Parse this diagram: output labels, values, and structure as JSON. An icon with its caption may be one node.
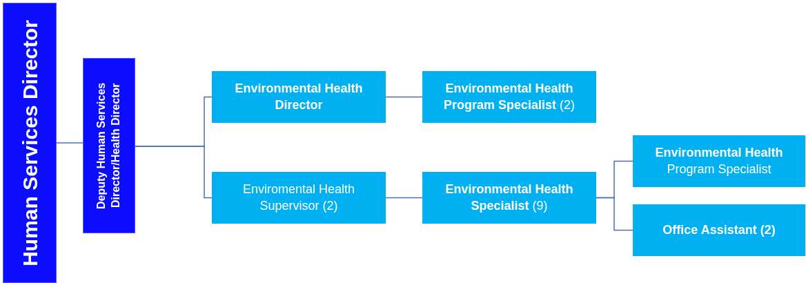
{
  "diagram": {
    "nodes": [
      {
        "text": [
          "Human Services Director"
        ]
      },
      {
        "text": [
          "Deputy Human Services Director/Health Director"
        ]
      },
      {
        "text": [
          "Environmental Health Director"
        ]
      },
      {
        "text": [
          "**Environmental Health Program Specialist** (2)"
        ]
      },
      {
        "text": [
          "Enviromental Health Supervisor (2)"
        ]
      },
      {
        "text": [
          "**Environmental Health Specialist** (9)"
        ]
      },
      {
        "text": [
          "**Environmental Health** Program Specialist"
        ]
      },
      {
        "text": [
          "Office Assistant (2)"
        ]
      }
    ],
    "edges": [
      {
        "from": 0,
        "to": 1,
        "arrow": "none"
      },
      {
        "from": 1,
        "to": 2,
        "arrow": "none"
      },
      {
        "from": 1,
        "to": 4,
        "arrow": "none"
      },
      {
        "from": 2,
        "to": 3,
        "arrow": "none"
      },
      {
        "from": 4,
        "to": 5,
        "arrow": "none"
      },
      {
        "from": 5,
        "to": 6,
        "arrow": "none"
      },
      {
        "from": 5,
        "to": 7,
        "arrow": "none"
      }
    ]
  }
}
